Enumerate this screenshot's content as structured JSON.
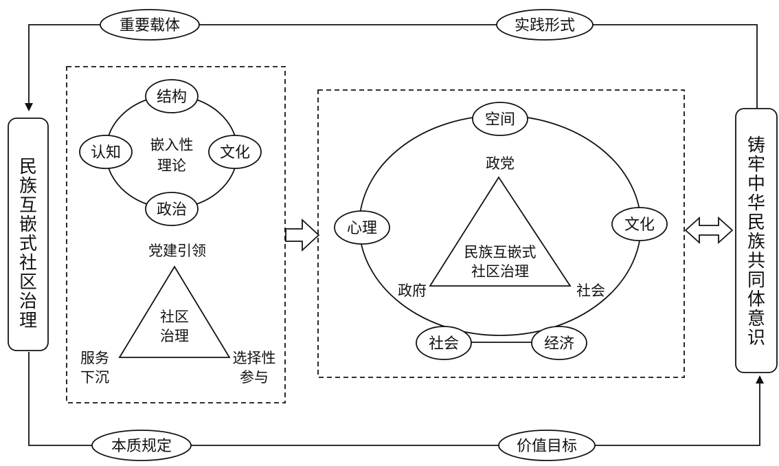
{
  "outer_loop": {
    "top_left": "重要载体",
    "top_right": "实践形式",
    "bottom_left": "本质规定",
    "bottom_right": "价值目标"
  },
  "left_column": {
    "chars": [
      "民",
      "族",
      "互",
      "嵌",
      "式",
      "社",
      "区",
      "治",
      "理"
    ]
  },
  "right_column": {
    "chars": [
      "铸",
      "牢",
      "中",
      "华",
      "民",
      "族",
      "共",
      "同",
      "体",
      "意",
      "识"
    ]
  },
  "embed_theory": {
    "center_line1": "嵌入性",
    "center_line2": "理论",
    "top": "结构",
    "left": "认知",
    "right": "文化",
    "bottom": "政治"
  },
  "community_triangle": {
    "top": "党建引领",
    "center_line1": "社区",
    "center_line2": "治理",
    "bottom_left_line1": "服务",
    "bottom_left_line2": "下沉",
    "bottom_right_line1": "选择性",
    "bottom_right_line2": "参与"
  },
  "governance_circle": {
    "top": "空间",
    "left": "心理",
    "right": "文化",
    "bottom_left": "社会",
    "bottom_right": "经济",
    "triangle_top": "政党",
    "triangle_left": "政府",
    "triangle_right": "社会",
    "center_line1": "民族互嵌式",
    "center_line2": "社区治理"
  }
}
